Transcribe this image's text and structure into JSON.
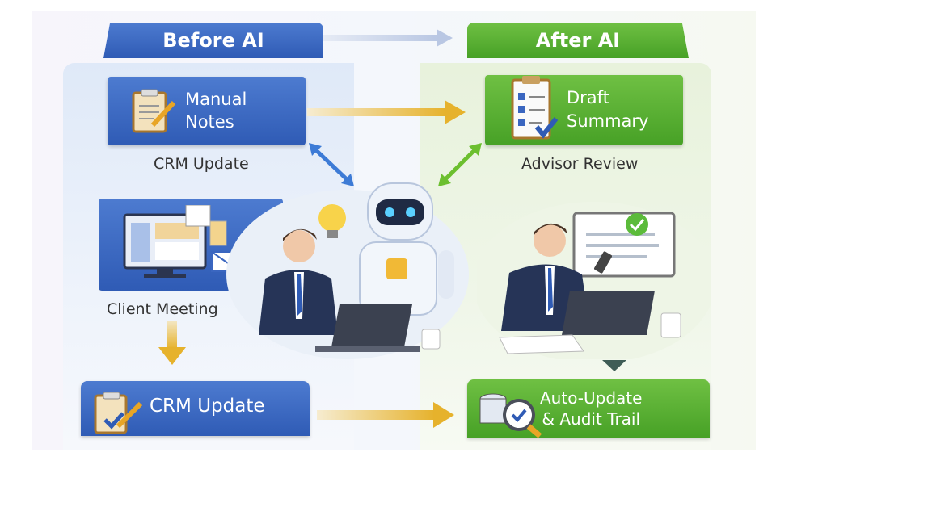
{
  "header": {
    "before": "Before AI",
    "after": "After AI"
  },
  "before": {
    "manual_notes": "Manual\nNotes",
    "manual_notes_l1": "Manual",
    "manual_notes_l2": "Notes",
    "crm_update_label": "CRM Update",
    "client_meeting_label": "Client Meeting",
    "crm_update_box": "CRM Update"
  },
  "after": {
    "draft_l1": "Draft",
    "draft_l2": "Summary",
    "advisor_review_label": "Advisor Review",
    "auto_l1": "Auto-Update",
    "auto_l2": "& Audit Trail"
  },
  "colors": {
    "blue": "#3a66c0",
    "green": "#55ad30",
    "arrow_gold": "#e7b631"
  }
}
